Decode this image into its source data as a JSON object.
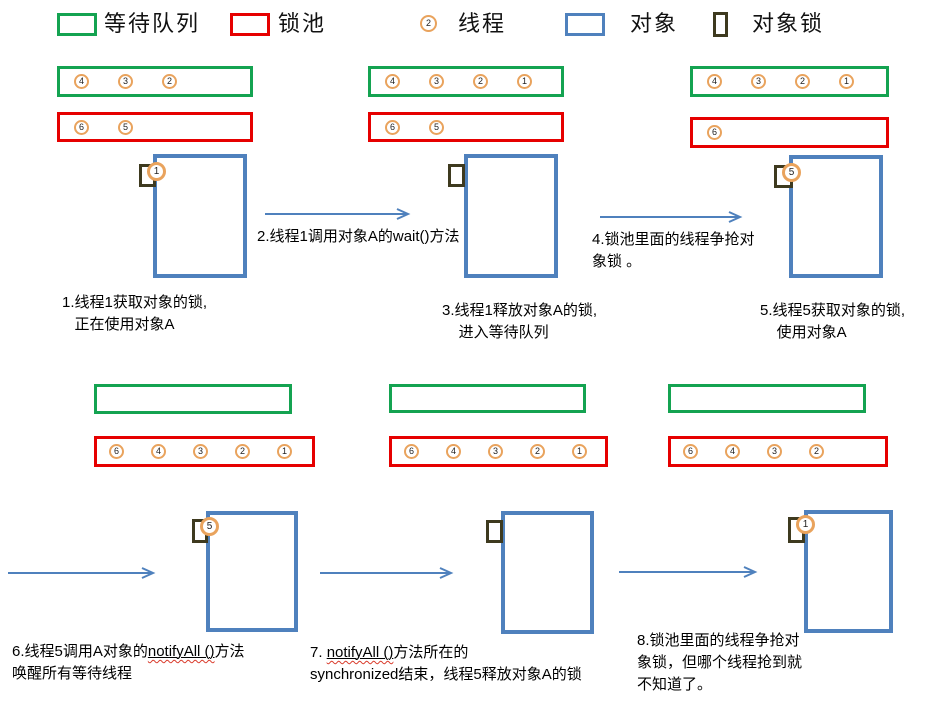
{
  "colors": {
    "green": "#14a351",
    "red": "#e60000",
    "orange": "#e9a35d",
    "blue": "#4f81bd",
    "lock": "#3e3a1f",
    "arrow": "#4f81bd",
    "squiggle": "#d93a2b"
  },
  "legend": {
    "wait_queue_label": "等待队列",
    "lock_pool_label": "锁池",
    "thread_label": "线程",
    "thread_badge": "2",
    "object_label": "对象",
    "object_lock_label": "对象锁"
  },
  "panels": [
    {
      "step": "1",
      "wait_queue": [
        "4",
        "3",
        "2"
      ],
      "lock_pool": [
        "6",
        "5"
      ],
      "lock_holder": "1",
      "caption": "1.线程1获取对象的锁,\n   正在使用对象A"
    },
    {
      "step": "3",
      "wait_queue": [
        "4",
        "3",
        "2",
        "1"
      ],
      "lock_pool": [
        "6",
        "5"
      ],
      "lock_holder": "",
      "caption": "3.线程1释放对象A的锁,\n    进入等待队列"
    },
    {
      "step": "5",
      "wait_queue": [
        "4",
        "3",
        "2",
        "1"
      ],
      "lock_pool": [
        "6"
      ],
      "lock_holder": "5",
      "caption": "5.线程5获取对象的锁,\n    使用对象A"
    },
    {
      "step": "6",
      "wait_queue": [],
      "lock_pool": [
        "6",
        "4",
        "3",
        "2",
        "1"
      ],
      "lock_holder": "5",
      "caption_prefix": "6.线程5调用A对象的",
      "caption_code": "notifyAll ()",
      "caption_suffix": "方法",
      "caption_line2": "唤醒所有等待线程"
    },
    {
      "step": "7",
      "wait_queue": [],
      "lock_pool": [
        "6",
        "4",
        "3",
        "2",
        "1"
      ],
      "lock_holder": "",
      "caption_prefix": "7. ",
      "caption_code": "notifyAll ()",
      "caption_suffix": "方法所在的",
      "caption_line2": "synchronized结束，线程5释放对象A的锁"
    },
    {
      "step": "8",
      "wait_queue": [],
      "lock_pool": [
        "6",
        "4",
        "3",
        "2"
      ],
      "lock_holder": "1",
      "caption": "8.锁池里面的线程争抢对\n象锁，但哪个线程抢到就\n不知道了。"
    }
  ],
  "arrows": [
    {
      "label": "2.线程1调用对象A的wait()方法"
    },
    {
      "label": "4.锁池里面的线程争抢对\n象锁 。"
    }
  ]
}
